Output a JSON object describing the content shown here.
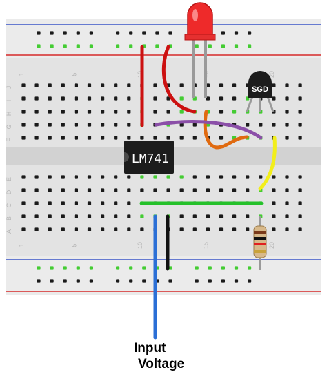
{
  "chip_label": "LM741",
  "transistor_label": "SGD",
  "row_letters_top": [
    "J",
    "I",
    "H",
    "G",
    "F"
  ],
  "row_letters_bottom": [
    "E",
    "D",
    "C",
    "B",
    "A"
  ],
  "column_numbers": [
    "1",
    "5",
    "10",
    "15",
    "20"
  ],
  "caption": {
    "line1": "Input",
    "line2": "Voltage"
  },
  "colors": {
    "board": "#e6e6e6",
    "rail_red": "#d62a2a",
    "rail_blue": "#3a55c8",
    "hole": "#1a1a1a",
    "connected_hole": "#44cc33",
    "wire_red": "#cc1111",
    "wire_purple": "#8b4fa8",
    "wire_orange": "#e06a10",
    "wire_yellow": "#f2ee1a",
    "wire_green": "#25c12a",
    "wire_black": "#111111",
    "wire_blue": "#2b6fd6",
    "led": "#ee2a2a",
    "chip": "#1c1c1c",
    "transistor": "#1c1c1c"
  }
}
